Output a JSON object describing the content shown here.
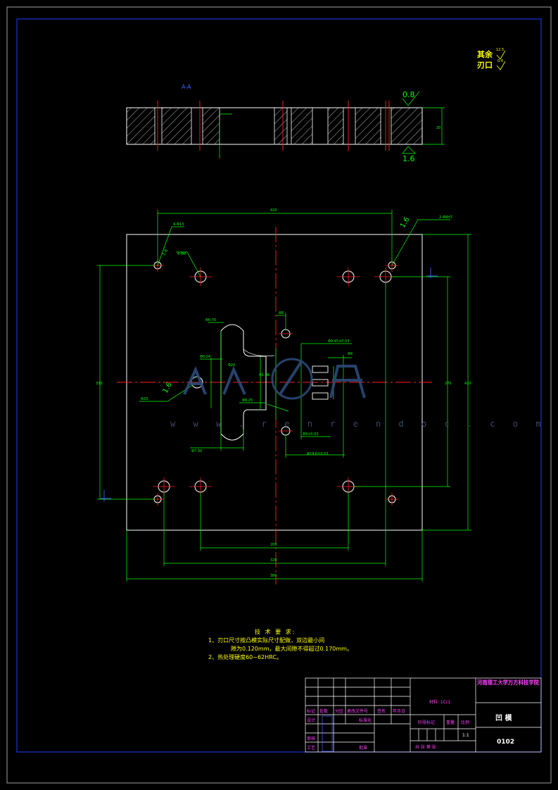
{
  "view_label": "A-A",
  "roughness": {
    "general_label": "其余",
    "general_value": "12.5",
    "edge_label": "刃口",
    "edge_value": "0.4"
  },
  "section_marks": {
    "top_finish": "0.8",
    "bottom_finish": "1.6",
    "side_finish": "1.6"
  },
  "technical_requirements": {
    "title": "技 术 要 求:",
    "items": [
      "1、刃口尺寸按凸模实际尺寸配做，双边最小间",
      "隙为0.120mm，最大间隙不得超过0.170mm。",
      "2、热处理硬度60~62HRC。"
    ]
  },
  "watermark": {
    "url": "w w w . r e n r e n d o c . c o m"
  },
  "title_block": {
    "header_cols": [
      "标记",
      "处数",
      "分区",
      "更改文件号",
      "签名",
      "年月日"
    ],
    "design": "设计",
    "standardization": "标准化",
    "review": "审核",
    "process": "工艺",
    "approve": "批准",
    "material": "材料: 1Cr1",
    "stage_mark": "阶段标记",
    "weight": "重量",
    "scale": "比例",
    "scale_value": "1:1",
    "sheets": "共   张  第   张",
    "org": "河南理工大学万方科技学院",
    "part_name": "凹  模",
    "drawing_no": "0102"
  }
}
